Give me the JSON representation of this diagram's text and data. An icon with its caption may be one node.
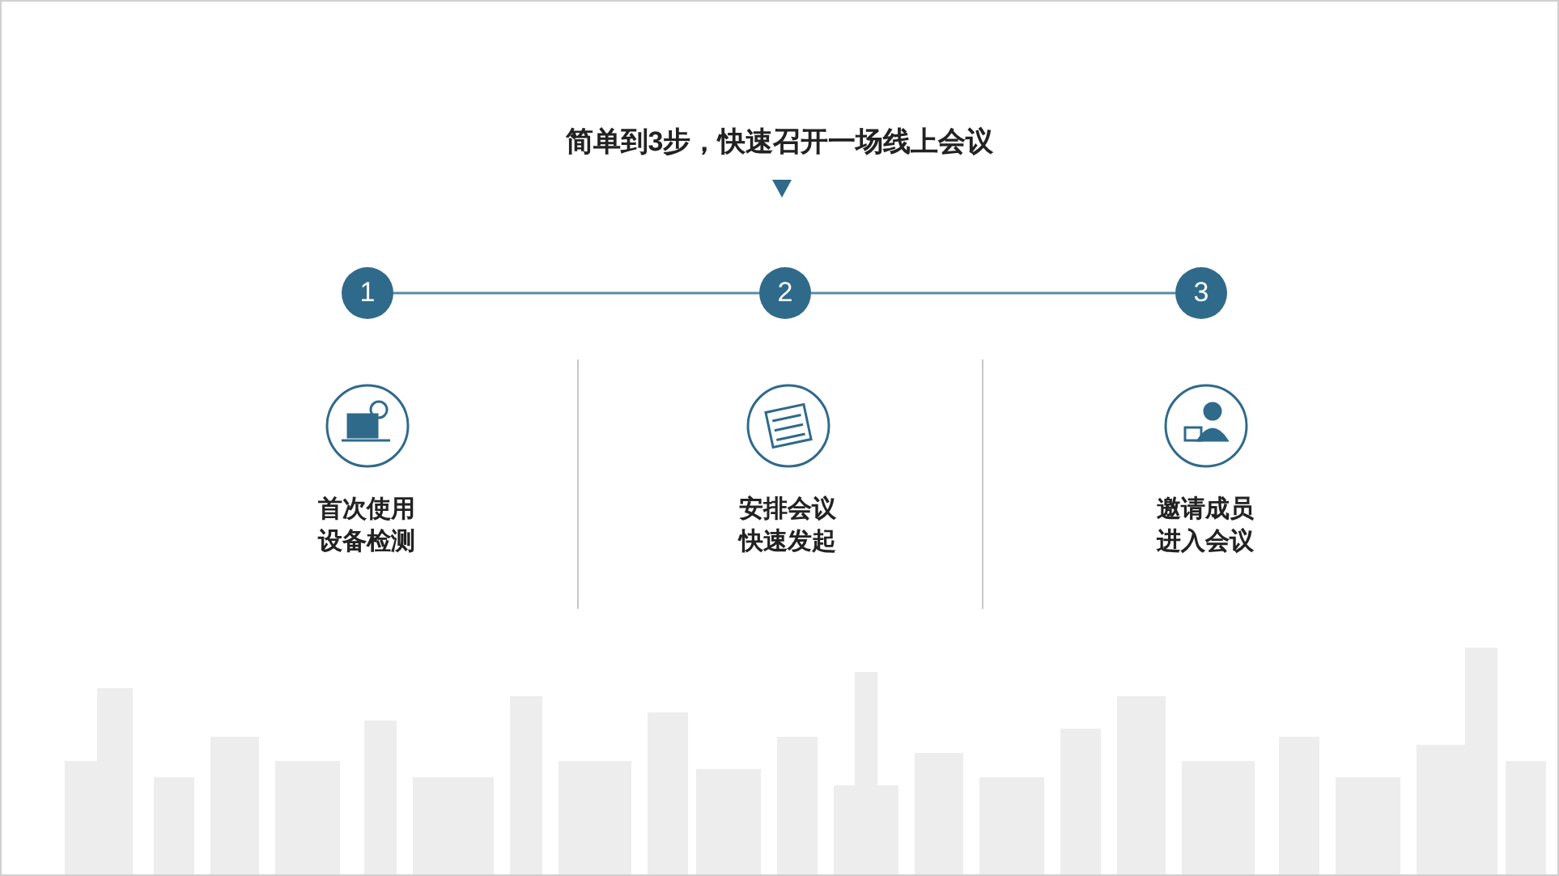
{
  "diagram": {
    "title": "简单到3步，快速召开一场线上会议",
    "nodes": [
      {
        "text": [
          "1"
        ]
      },
      {
        "text": [
          "2"
        ]
      },
      {
        "text": [
          "3"
        ]
      }
    ],
    "edges": [
      {
        "from": 0,
        "to": 1,
        "arrow": "none"
      },
      {
        "from": 1,
        "to": 2,
        "arrow": "none"
      }
    ],
    "labels": [
      "首次使用设备检测",
      "安排会议快速发起",
      "邀请成员进入会议"
    ]
  }
}
